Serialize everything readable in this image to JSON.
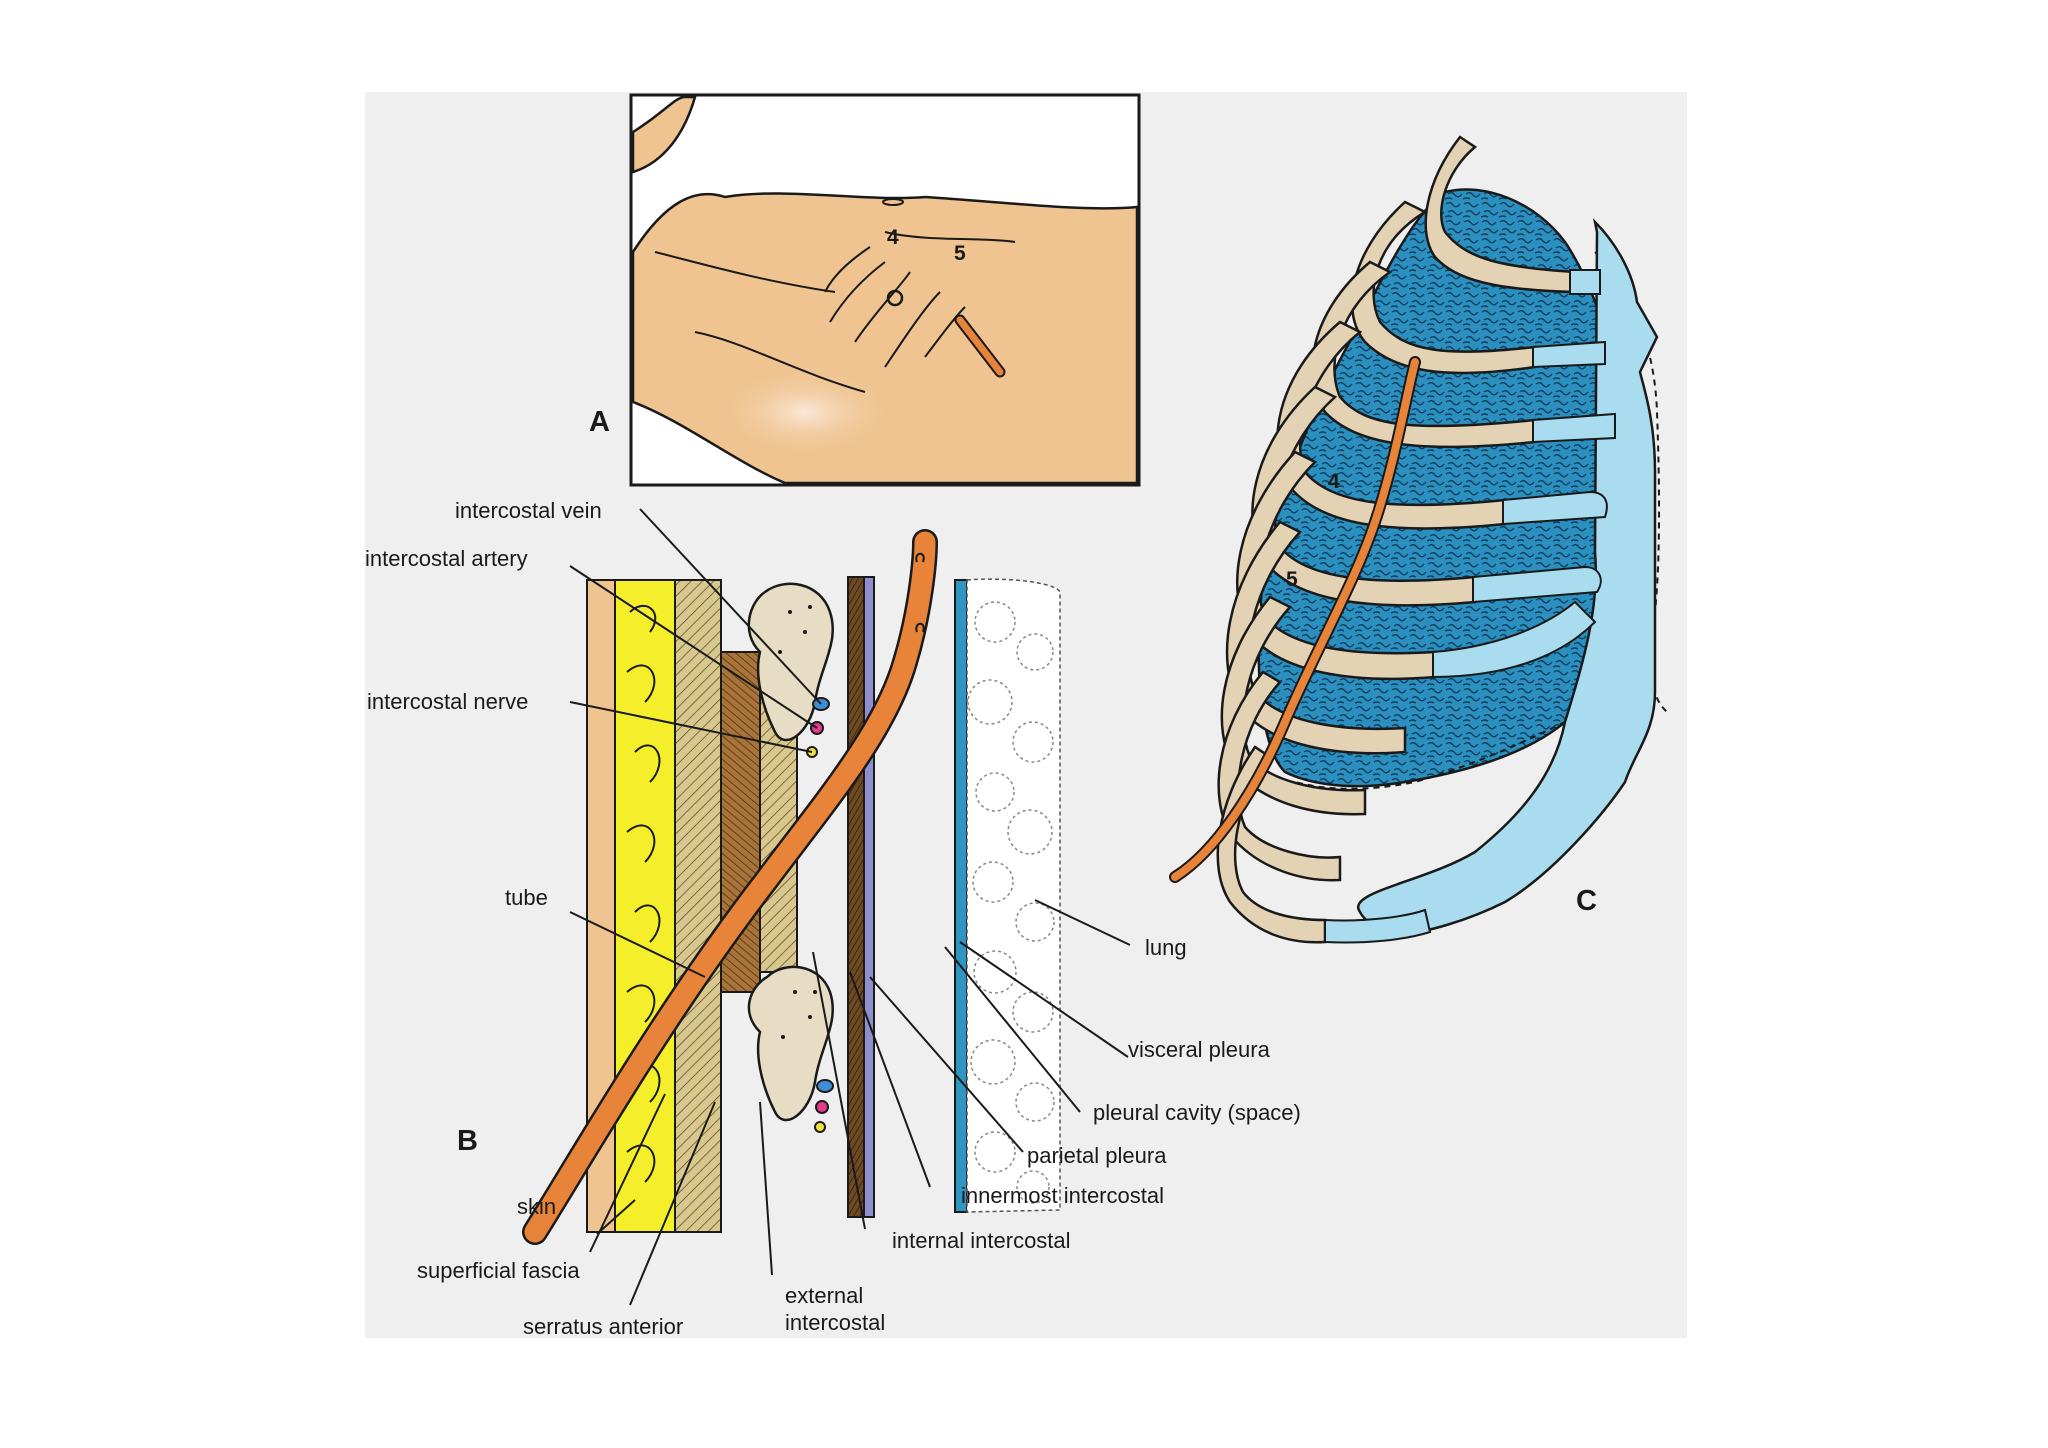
{
  "panels": {
    "a": "A",
    "b": "B",
    "c": "C"
  },
  "rib_numbers": {
    "four": "4",
    "five": "5"
  },
  "labels": {
    "intercostal_vein": "intercostal vein",
    "intercostal_artery": "intercostal artery",
    "intercostal_nerve": "intercostal nerve",
    "tube": "tube",
    "skin": "skin",
    "superficial_fascia": "superficial fascia",
    "serratus_anterior": "serratus anterior",
    "external_intercostal_1": "external",
    "external_intercostal_2": "intercostal",
    "internal_intercostal": "internal intercostal",
    "innermost_intercostal": "innermost intercostal",
    "parietal_pleura": "parietal pleura",
    "pleural_cavity": "pleural cavity (space)",
    "visceral_pleura": "visceral pleura",
    "lung": "lung"
  },
  "colors": {
    "figure_background": "#efeff0",
    "skin": "#efc491",
    "tube": "#e8843a",
    "superficial_fascia": "#f4ef2a",
    "serratus_anterior": "#d9c88d",
    "muscle_brown": "#8a5a2b",
    "parietal_pleura": "#8f8fd0",
    "visceral_pleura": "#2f95c2",
    "lung": "#2b8fbf",
    "rib": "#e3d2b4",
    "costal_cartilage": "#a8dcee",
    "vein": "#3c8fd4",
    "artery": "#e23c8a",
    "nerve": "#efe23a"
  }
}
